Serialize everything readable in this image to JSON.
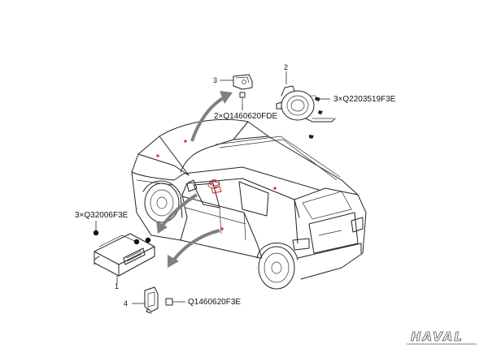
{
  "brand": {
    "logo_text": "HAVAL"
  },
  "callouts": {
    "part1": {
      "index": "1"
    },
    "part2": {
      "index": "2"
    },
    "part3": {
      "index": "3"
    },
    "part4": {
      "index": "4"
    }
  },
  "fasteners": {
    "part1_bolts": "3×Q32006F3E",
    "part2_screws": "3×Q2203519F3E",
    "part3_bolts": "2×Q1460620FDE",
    "part4_bolt": "Q1460620F3E"
  },
  "colors": {
    "marker": "#e01c24",
    "arrow": "#808080",
    "line": "#222222"
  }
}
